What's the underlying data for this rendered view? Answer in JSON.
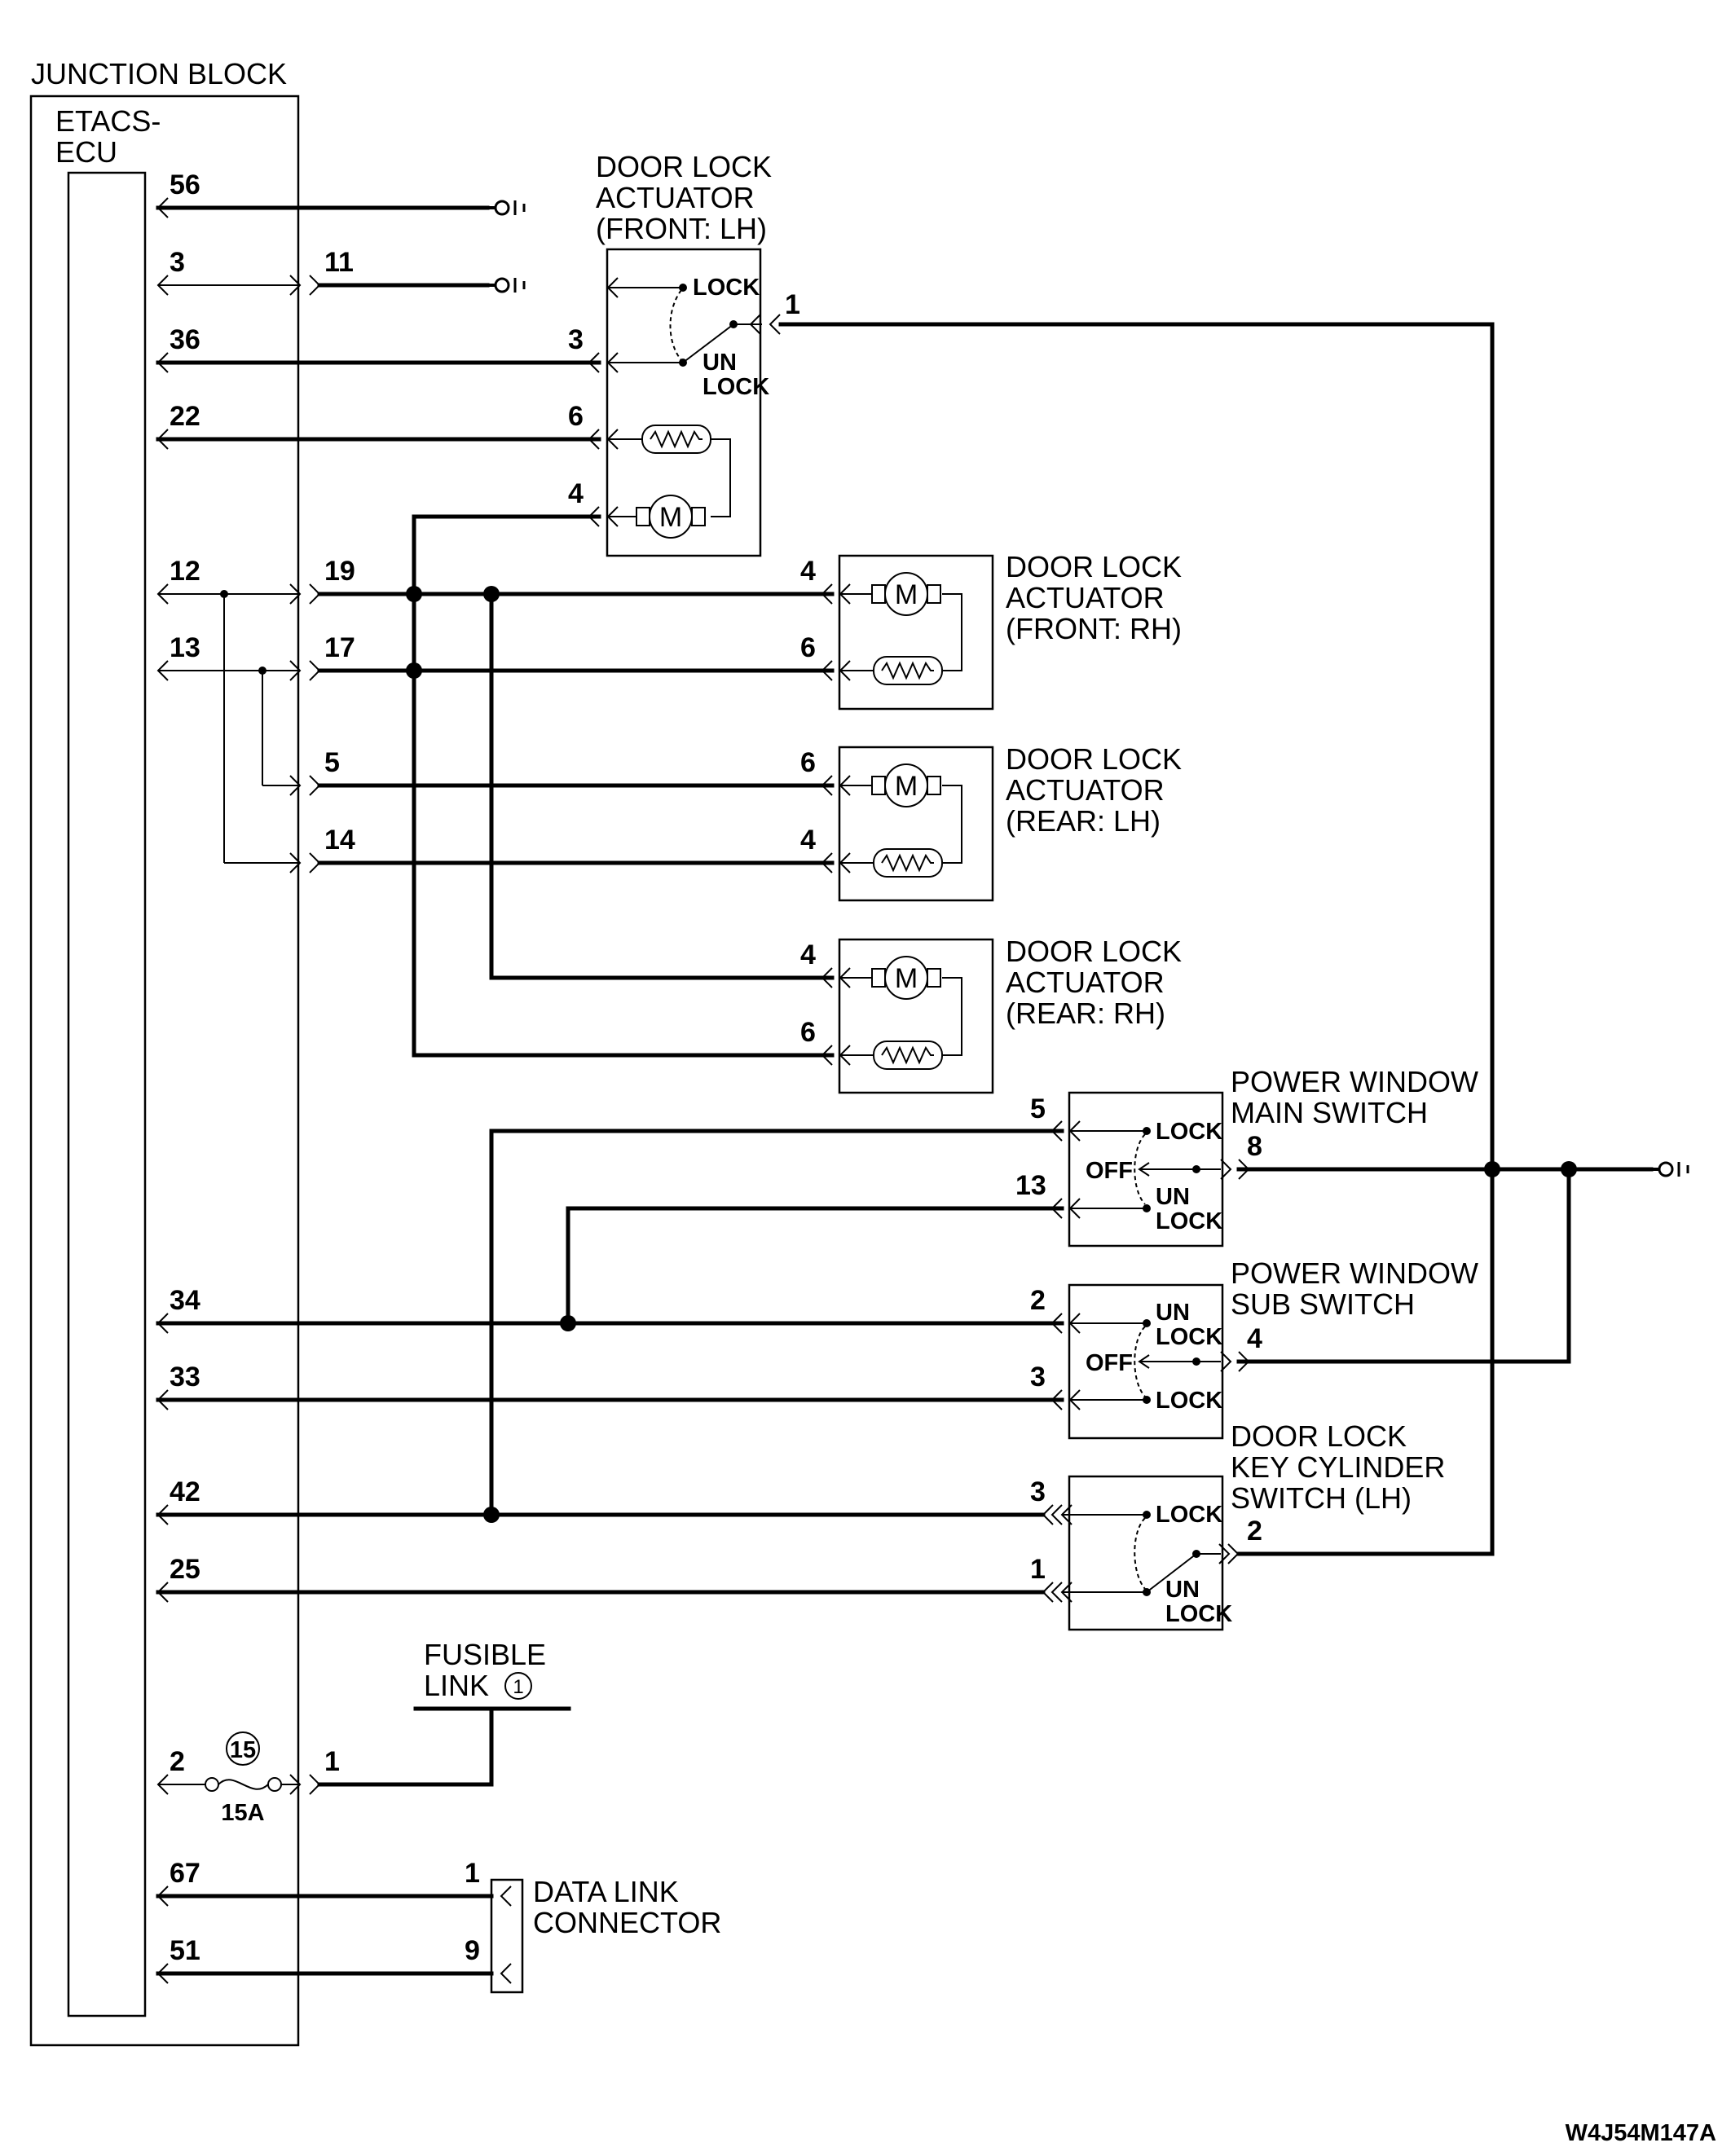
{
  "junction_block": {
    "title": "JUNCTION BLOCK",
    "ecu": [
      "ETACS-",
      "ECU"
    ]
  },
  "ecu_pins": {
    "p56": "56",
    "p3": "3",
    "p36": "36",
    "p22": "22",
    "p12": "12",
    "p13": "13",
    "p34": "34",
    "p33": "33",
    "p42": "42",
    "p25": "25",
    "p2": "2",
    "p67": "67",
    "p51": "51"
  },
  "jb_pins": {
    "p11": "11",
    "p19": "19",
    "p17": "17",
    "p5": "5",
    "p14": "14",
    "p1": "1"
  },
  "fuse": {
    "number": "15",
    "rating": "15A"
  },
  "actuator_front_lh": {
    "title": [
      "DOOR LOCK",
      "ACTUATOR",
      "(FRONT: LH)"
    ],
    "pins": {
      "out": "1",
      "sw": "3",
      "heat": "6",
      "motor": "4"
    },
    "lock": "LOCK",
    "unlock": [
      "UN",
      "LOCK"
    ]
  },
  "actuator_front_rh": {
    "title": [
      "DOOR LOCK",
      "ACTUATOR",
      "(FRONT: RH)"
    ],
    "pins": {
      "motor": "4",
      "heat": "6"
    }
  },
  "actuator_rear_lh": {
    "title": [
      "DOOR LOCK",
      "ACTUATOR",
      "(REAR: LH)"
    ],
    "pins": {
      "motor": "6",
      "heat": "4"
    }
  },
  "actuator_rear_rh": {
    "title": [
      "DOOR LOCK",
      "ACTUATOR",
      "(REAR: RH)"
    ],
    "pins": {
      "motor": "4",
      "heat": "6"
    }
  },
  "pw_main_switch": {
    "title": [
      "POWER WINDOW",
      "MAIN SWITCH"
    ],
    "pins": {
      "lock": "5",
      "unlock": "13",
      "common": "8"
    },
    "lock": "LOCK",
    "off": "OFF",
    "unlock": [
      "UN",
      "LOCK"
    ]
  },
  "pw_sub_switch": {
    "title": [
      "POWER WINDOW",
      "SUB SWITCH"
    ],
    "pins": {
      "unlock": "2",
      "lock": "3",
      "common": "4"
    },
    "lock": "LOCK",
    "off": "OFF",
    "unlock": [
      "UN",
      "LOCK"
    ]
  },
  "key_cylinder": {
    "title": [
      "DOOR LOCK",
      "KEY CYLINDER",
      "SWITCH (LH)"
    ],
    "pins": {
      "lock": "3",
      "unlock": "1",
      "common": "2"
    },
    "lock": "LOCK",
    "unlock": [
      "UN",
      "LOCK"
    ]
  },
  "fusible_link": {
    "title": [
      "FUSIBLE",
      "LINK"
    ],
    "number": "1"
  },
  "data_link": {
    "title": [
      "DATA LINK",
      "CONNECTOR"
    ],
    "pins": {
      "a": "1",
      "b": "9"
    }
  },
  "diagram_code": "W4J54M147A"
}
